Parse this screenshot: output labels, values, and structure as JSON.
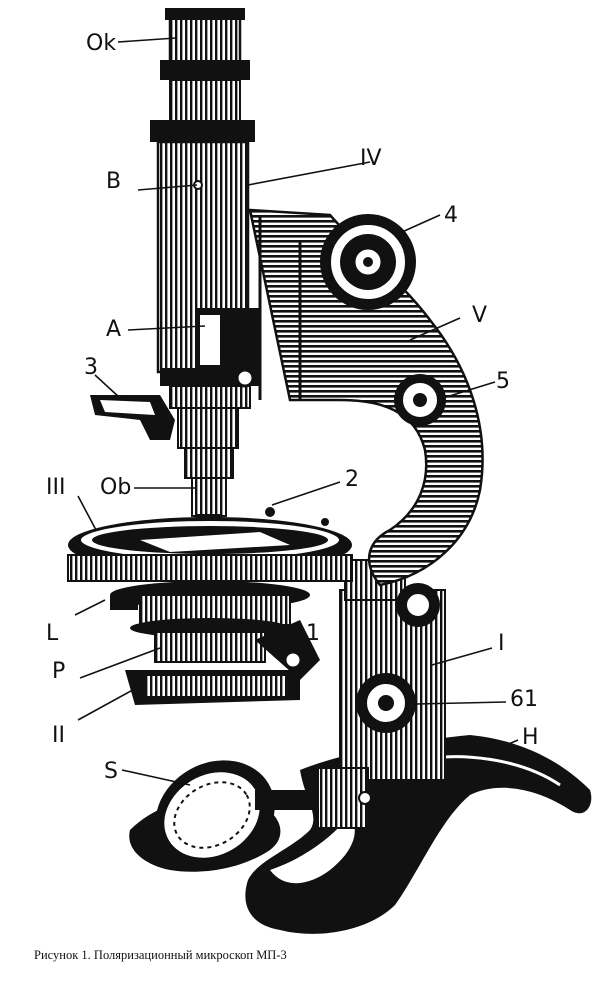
{
  "figure": {
    "labels": {
      "Ok": "Ok",
      "B": "B",
      "IV": "IV",
      "num4": "4",
      "A": "A",
      "V": "V",
      "num3": "3",
      "num5": "5",
      "III": "III",
      "Ob": "Ob",
      "num2": "2",
      "L": "L",
      "num1": "1",
      "P": "P",
      "I": "I",
      "II": "II",
      "b1": "61",
      "H": "H",
      "S": "S"
    },
    "caption": "Рисунок 1. Поляризационный микроскоп МП-3"
  }
}
